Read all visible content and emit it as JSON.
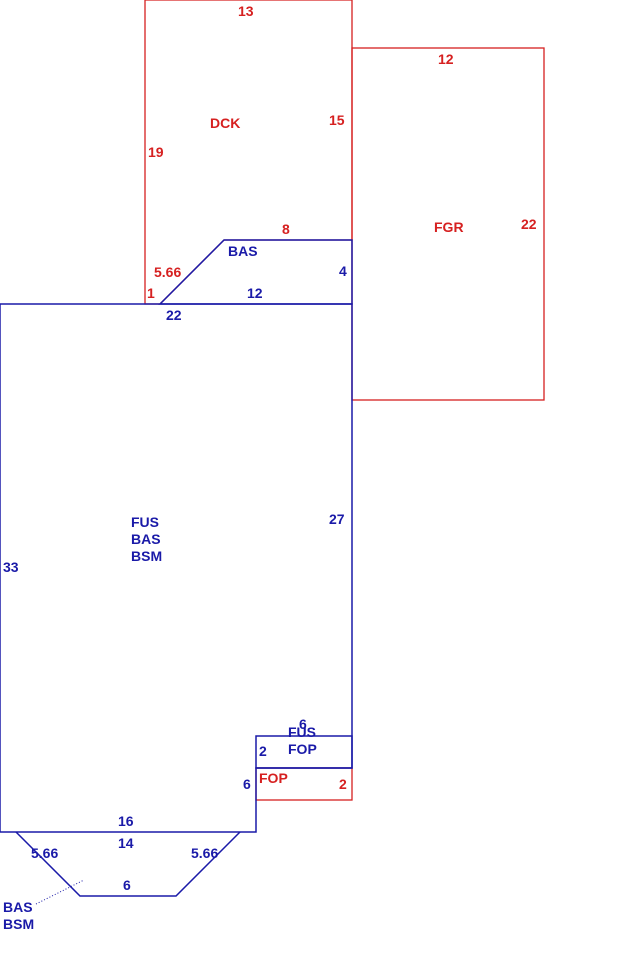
{
  "colors": {
    "red": "#d62020",
    "blue": "#1a1aa8"
  },
  "areas": {
    "dck": {
      "name": "DCK",
      "dims": {
        "top": "13",
        "left": "19",
        "right": "15",
        "diag": "5.66",
        "bottom": "1",
        "inner": "8"
      }
    },
    "fgr": {
      "name": "FGR",
      "dims": {
        "top": "12",
        "right": "22"
      }
    },
    "bas_top": {
      "name": "BAS",
      "dims": {
        "right": "4",
        "bottom": "12"
      }
    },
    "main": {
      "line1": "FUS",
      "line2": "BAS",
      "line3": "BSM",
      "dims": {
        "top": "22",
        "left": "33",
        "right": "27",
        "bottom": "16",
        "inner": "6"
      }
    },
    "fus_fop": {
      "line1": "FUS",
      "line2": "FOP",
      "dims": {
        "top": "6",
        "left": "2"
      }
    },
    "fop": {
      "name": "FOP",
      "dims": {
        "right": "2"
      }
    },
    "bay": {
      "line1": "BAS",
      "line2": "BSM",
      "dims": {
        "top": "14",
        "left_diag": "5.66",
        "right_diag": "5.66",
        "bottom": "6"
      }
    }
  }
}
